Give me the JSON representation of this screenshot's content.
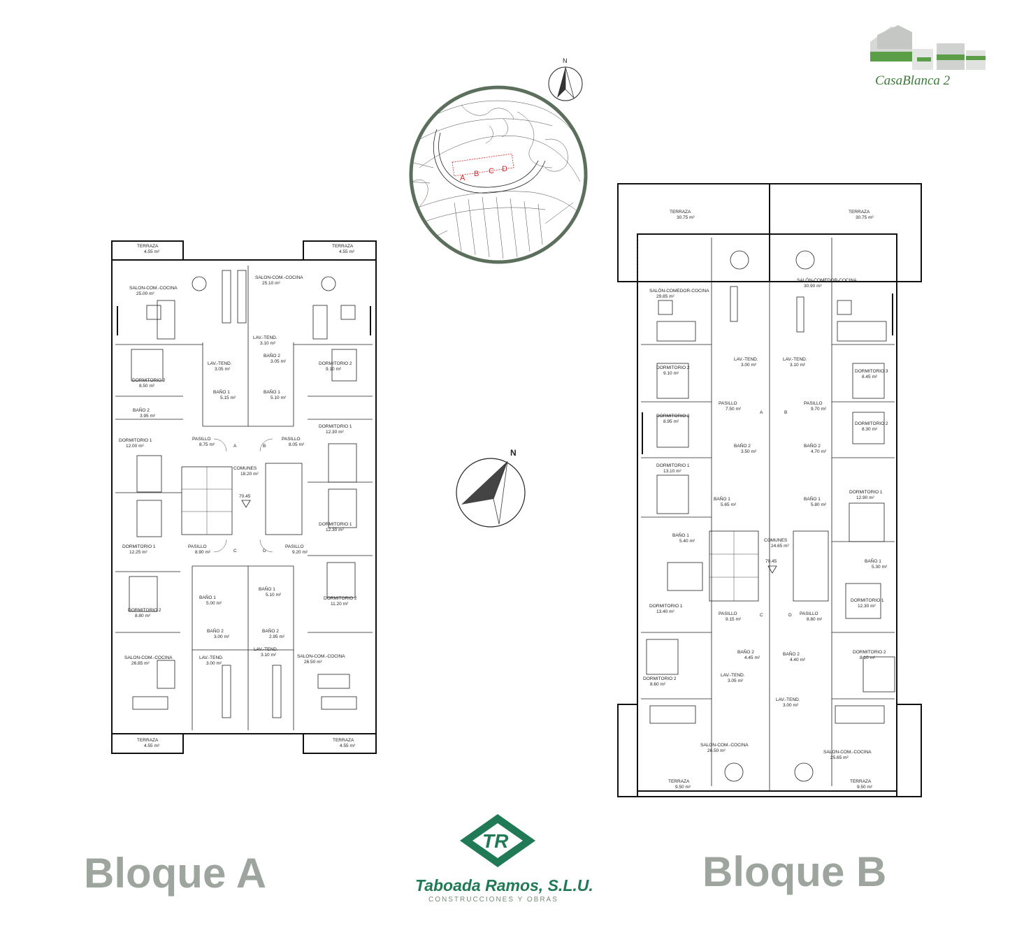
{
  "project_logo": {
    "text": "CasaBlanca 2"
  },
  "company_logo": {
    "name": "Taboada Ramos, S.L.U.",
    "tagline": "CONSTRUCCIONES Y OBRAS",
    "mark": "TR"
  },
  "blocks": [
    {
      "id": "A",
      "title": "Bloque A"
    },
    {
      "id": "B",
      "title": "Bloque B"
    }
  ],
  "site_map": {
    "block_labels": [
      "A",
      "B",
      "C",
      "D"
    ],
    "north": "N"
  },
  "compass": {
    "north": "N"
  },
  "bloque_a_rooms": [
    {
      "name": "TERRAZA",
      "area": "4.55 m²"
    },
    {
      "name": "TERRAZA",
      "area": "4.55 m²"
    },
    {
      "name": "SALON-COM.-COCINA",
      "area": "25.00 m²"
    },
    {
      "name": "SALON-COM.-COCINA",
      "area": "25.10 m²"
    },
    {
      "name": "LAV.-TEND.",
      "area": "3.10 m²"
    },
    {
      "name": "LAV.-TEND.",
      "area": "3.05 m²"
    },
    {
      "name": "BAÑO 2",
      "area": "3.05 m²"
    },
    {
      "name": "DORMITORIO 2",
      "area": "8.50 m²"
    },
    {
      "name": "DORMITORIO 2",
      "area": "9.10 m²"
    },
    {
      "name": "BAÑO 2",
      "area": "3.95 m²"
    },
    {
      "name": "BAÑO 1",
      "area": "5.15 m²"
    },
    {
      "name": "BAÑO 1",
      "area": "5.10 m²"
    },
    {
      "name": "DORMITORIO 1",
      "area": "12.00 m²"
    },
    {
      "name": "PASILLO",
      "area": "8.75 m²"
    },
    {
      "name": "PASILLO",
      "area": "8.05 m²"
    },
    {
      "name": "DORMITORIO 1",
      "area": "12.30 m²"
    },
    {
      "name": "COMUNES",
      "area": "18.20 m²"
    },
    {
      "name": "DORMITORIO 1",
      "area": "12.30 m²"
    },
    {
      "name": "DORMITORIO 1",
      "area": "12.25 m²"
    },
    {
      "name": "PASILLO",
      "area": "8.90 m²"
    },
    {
      "name": "PASILLO",
      "area": "9.20 m²"
    },
    {
      "name": "BAÑO 1",
      "area": "5.00 m²"
    },
    {
      "name": "BAÑO 1",
      "area": "5.10 m²"
    },
    {
      "name": "DORMITORIO 2",
      "area": "11.20 m²"
    },
    {
      "name": "DORMITORIO 2",
      "area": "8.80 m²"
    },
    {
      "name": "BAÑO 2",
      "area": "3.00 m²"
    },
    {
      "name": "BAÑO 2",
      "area": "2.95 m²"
    },
    {
      "name": "SALON-COM.-COCINA",
      "area": "26.85 m²"
    },
    {
      "name": "LAV.-TEND.",
      "area": "3.00 m²"
    },
    {
      "name": "LAV.-TEND.",
      "area": "3.10 m²"
    },
    {
      "name": "SALON-COM.-COCINA",
      "area": "26.50 m²"
    },
    {
      "name": "TERRAZA",
      "area": "4.55 m²"
    },
    {
      "name": "TERRAZA",
      "area": "4.55 m²"
    }
  ],
  "bloque_a_marks": {
    "level": "70.45",
    "doors": [
      "A",
      "B",
      "C",
      "D"
    ]
  },
  "bloque_b_rooms": [
    {
      "name": "TERRAZA",
      "area": "30.75 m²"
    },
    {
      "name": "TERRAZA",
      "area": "30.75 m²"
    },
    {
      "name": "SALÓN-COMEDOR-COCINA",
      "area": "29.85 m²"
    },
    {
      "name": "SALÓN-COMEDOR-COCINA",
      "area": "30.90 m²"
    },
    {
      "name": "DORMITORIO 2",
      "area": "9.10 m²"
    },
    {
      "name": "LAV.-TEND.",
      "area": "3.00 m²"
    },
    {
      "name": "LAV.-TEND.",
      "area": "3.10 m²"
    },
    {
      "name": "DORMITORIO 3",
      "area": "8.45 m²"
    },
    {
      "name": "PASILLO",
      "area": "7.50 m²"
    },
    {
      "name": "PASILLO",
      "area": "9.70 m²"
    },
    {
      "name": "DORMITORIO 2",
      "area": "8.95 m²"
    },
    {
      "name": "DORMITORIO 2",
      "area": "8.30 m²"
    },
    {
      "name": "BAÑO 2",
      "area": "3.50 m²"
    },
    {
      "name": "BAÑO 2",
      "area": "4.70 m²"
    },
    {
      "name": "DORMITORIO 1",
      "area": "13.10 m²"
    },
    {
      "name": "BAÑO 1",
      "area": "5.65 m²"
    },
    {
      "name": "BAÑO 1",
      "area": "5.80 m²"
    },
    {
      "name": "DORMITORIO 1",
      "area": "12.90 m²"
    },
    {
      "name": "BAÑO 1",
      "area": "5.40 m²"
    },
    {
      "name": "COMUNES",
      "area": "24.65 m²"
    },
    {
      "name": "BAÑO 1",
      "area": "5.30 m²"
    },
    {
      "name": "DORMITORIO 1",
      "area": "13.40 m²"
    },
    {
      "name": "PASILLO",
      "area": "9.15 m²"
    },
    {
      "name": "PASILLO",
      "area": "8.80 m²"
    },
    {
      "name": "DORMITORIO 1",
      "area": "12.30 m²"
    },
    {
      "name": "BAÑO 2",
      "area": "4.45 m²"
    },
    {
      "name": "BAÑO 2",
      "area": "4.40 m²"
    },
    {
      "name": "DORMITORIO 2",
      "area": "8.10 m²"
    },
    {
      "name": "DORMITORIO 2",
      "area": "8.60 m²"
    },
    {
      "name": "LAV.-TEND.",
      "area": "3.05 m²"
    },
    {
      "name": "LAV.-TEND.",
      "area": "3.00 m²"
    },
    {
      "name": "SALON-COM.-COCINA",
      "area": "26.50 m²"
    },
    {
      "name": "SALON-COM.-COCINA",
      "area": "25.65 m²"
    },
    {
      "name": "TERRAZA",
      "area": "9.50 m²"
    },
    {
      "name": "TERRAZA",
      "area": "9.50 m²"
    }
  ],
  "bloque_b_marks": {
    "level": "70.45",
    "doors": [
      "A",
      "B",
      "C",
      "D"
    ]
  },
  "colors": {
    "green": "#1f7a55",
    "logo_green": "#5a9e48",
    "grey_text": "#9ea59e",
    "ring": "#5c6f5c"
  }
}
